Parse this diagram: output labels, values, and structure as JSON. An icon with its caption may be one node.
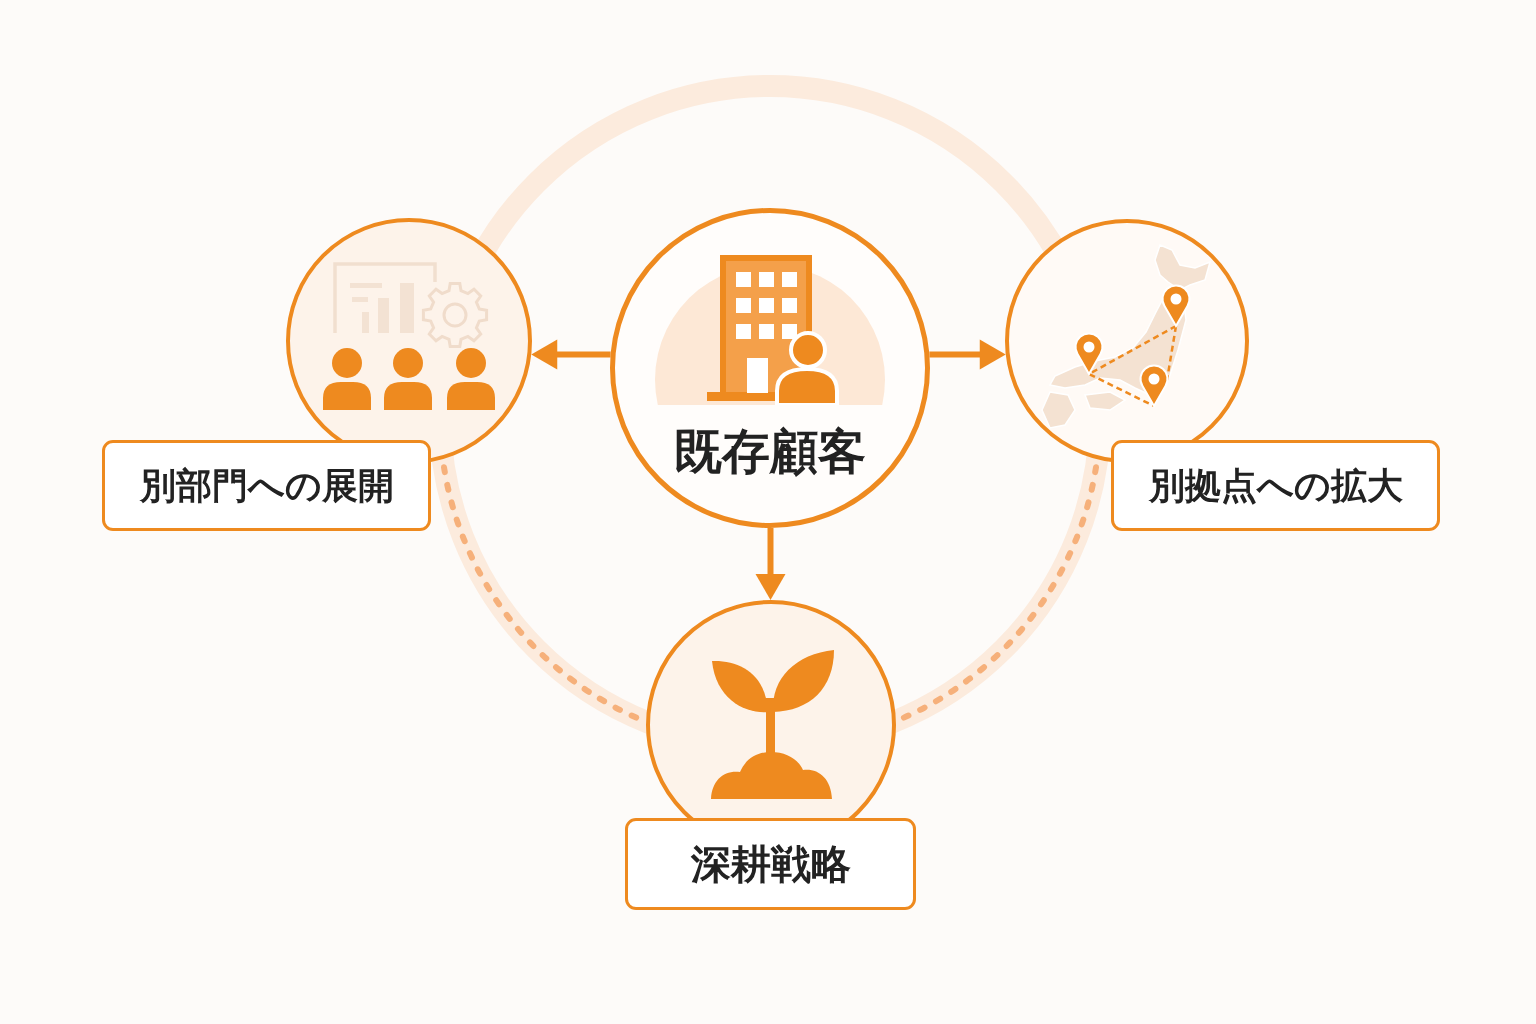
{
  "diagram": {
    "nodes": [
      {
        "text": [
          "既存顧客"
        ]
      },
      {
        "text": [],
        "shape": "circle"
      },
      {
        "text": [
          "別部門への展開"
        ]
      },
      {
        "text": [],
        "shape": "circle"
      },
      {
        "text": [
          "別拠点への拡大"
        ]
      },
      {
        "text": [],
        "shape": "circle"
      },
      {
        "text": [
          "深耕戦略"
        ]
      }
    ],
    "edges": [
      {
        "from": 0,
        "to": 1,
        "arrow": "to"
      },
      {
        "from": 0,
        "to": 3,
        "arrow": "to"
      },
      {
        "from": 0,
        "to": 5,
        "arrow": "to"
      },
      {
        "from": 1,
        "to": 5,
        "arrow": "none",
        "style": "dashed",
        "color": "#f6b07a"
      },
      {
        "from": 3,
        "to": 5,
        "arrow": "none",
        "style": "dashed",
        "color": "#f6b07a"
      }
    ]
  }
}
